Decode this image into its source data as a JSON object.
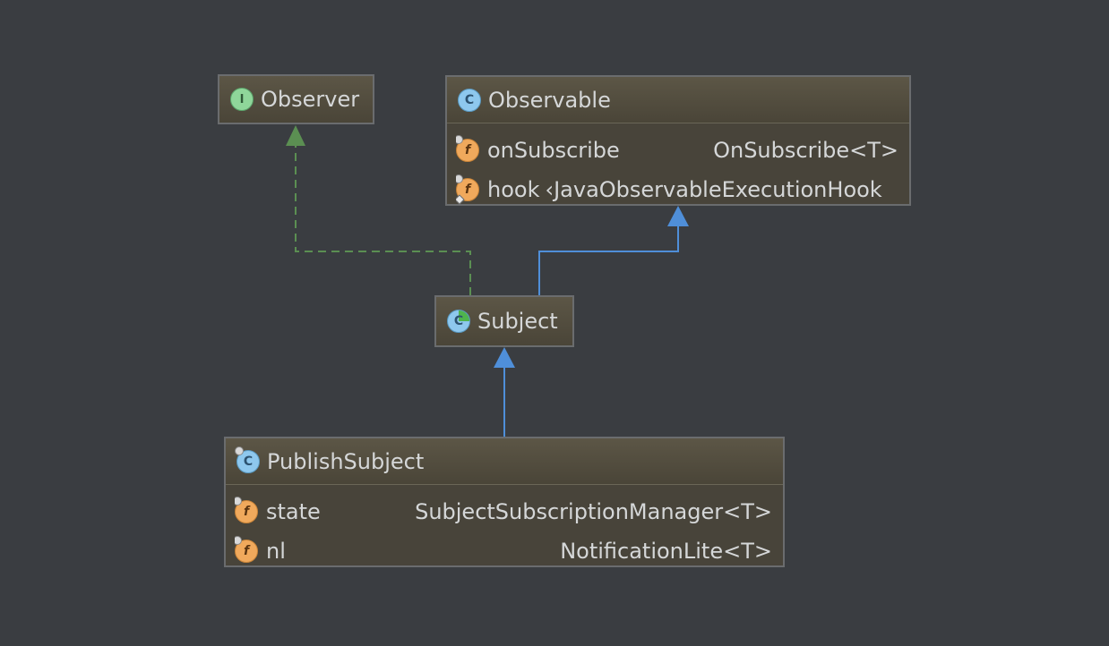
{
  "colors": {
    "background": "#3a3d41",
    "node_fill": "#48443a",
    "node_border": "#6a6c6e",
    "text": "#d5d7d8",
    "implements_edge": "#5b8f52",
    "extends_edge": "#4f8fd9"
  },
  "nodes": [
    {
      "id": "observer",
      "kind": "interface",
      "badge_letter": "I",
      "icon": "interface-icon",
      "title": "Observer",
      "fields": []
    },
    {
      "id": "observable",
      "kind": "class",
      "badge_letter": "C",
      "icon": "class-icon",
      "title": "Observable",
      "fields": [
        {
          "icon": "field-icon",
          "name": "onSubscribe",
          "type": "OnSubscribe<T>",
          "static": false
        },
        {
          "icon": "static-field-icon",
          "name": "hook",
          "type": "‹JavaObservableExecutionHook",
          "static": true
        }
      ]
    },
    {
      "id": "subject",
      "kind": "abstract-class",
      "badge_letter": "C",
      "icon": "abstract-class-icon",
      "title": "Subject",
      "fields": []
    },
    {
      "id": "publish_subject",
      "kind": "final-class",
      "badge_letter": "C",
      "icon": "final-class-icon",
      "title": "PublishSubject",
      "fields": [
        {
          "icon": "field-icon",
          "name": "state",
          "type": "SubjectSubscriptionManager<T>",
          "static": false
        },
        {
          "icon": "field-icon",
          "name": "nl",
          "type": "NotificationLite<T>",
          "static": false
        }
      ]
    }
  ],
  "field_badge_letter": "f",
  "edges": [
    {
      "from": "subject",
      "to": "observer",
      "relation": "implements",
      "style": "dashed"
    },
    {
      "from": "subject",
      "to": "observable",
      "relation": "extends",
      "style": "solid"
    },
    {
      "from": "publish_subject",
      "to": "subject",
      "relation": "extends",
      "style": "solid"
    }
  ]
}
